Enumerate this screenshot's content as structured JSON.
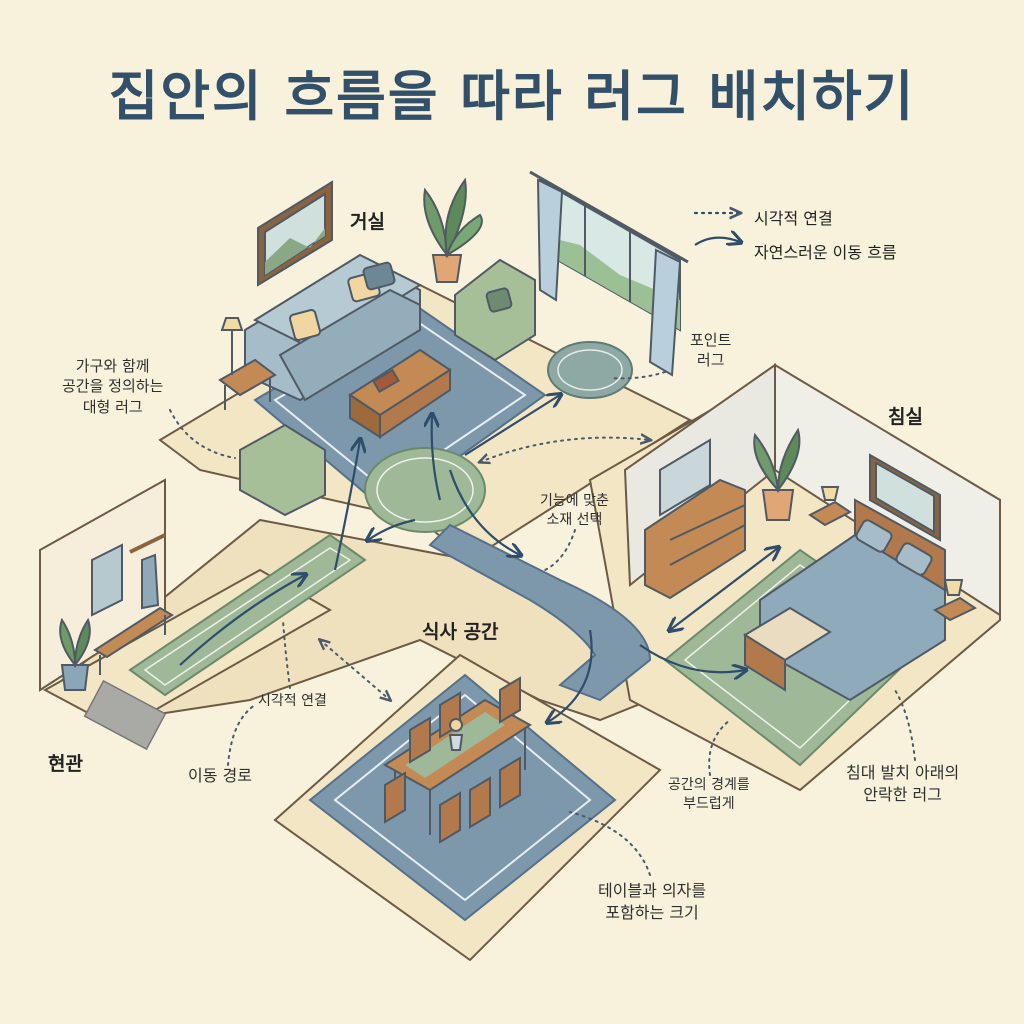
{
  "title": "집안의 흐름을 따라 러그 배치하기",
  "legend": {
    "visual_link": "시각적 연결",
    "movement_flow": "자연스러운 이동 흐름"
  },
  "rooms": {
    "living": "거실",
    "bedroom": "침실",
    "dining": "식사 공간",
    "entry": "현관"
  },
  "annotations": {
    "large_rug": [
      "가구와 함께",
      "공간을 정의하는",
      "대형 러그"
    ],
    "accent_rug": [
      "포인트",
      "러그"
    ],
    "material": [
      "기능에 맞춘",
      "소재 선택"
    ],
    "visual_link_small": "시각적 연결",
    "path": "이동 경로",
    "boundary": [
      "공간의 경계를",
      "부드럽게"
    ],
    "bed_rug": [
      "침대 발치 아래의",
      "안락한 러그"
    ],
    "table_rug": [
      "테이블과 의자를",
      "포함하는 크기"
    ]
  },
  "colors": {
    "background": "#f8f2dc",
    "title": "#33506a",
    "blue_rug": "#7d97ab",
    "green_rug": "#9eb898",
    "wood": "#b27a4c",
    "floor": "#f3e6c4",
    "arrow": "#2f4d6b"
  }
}
